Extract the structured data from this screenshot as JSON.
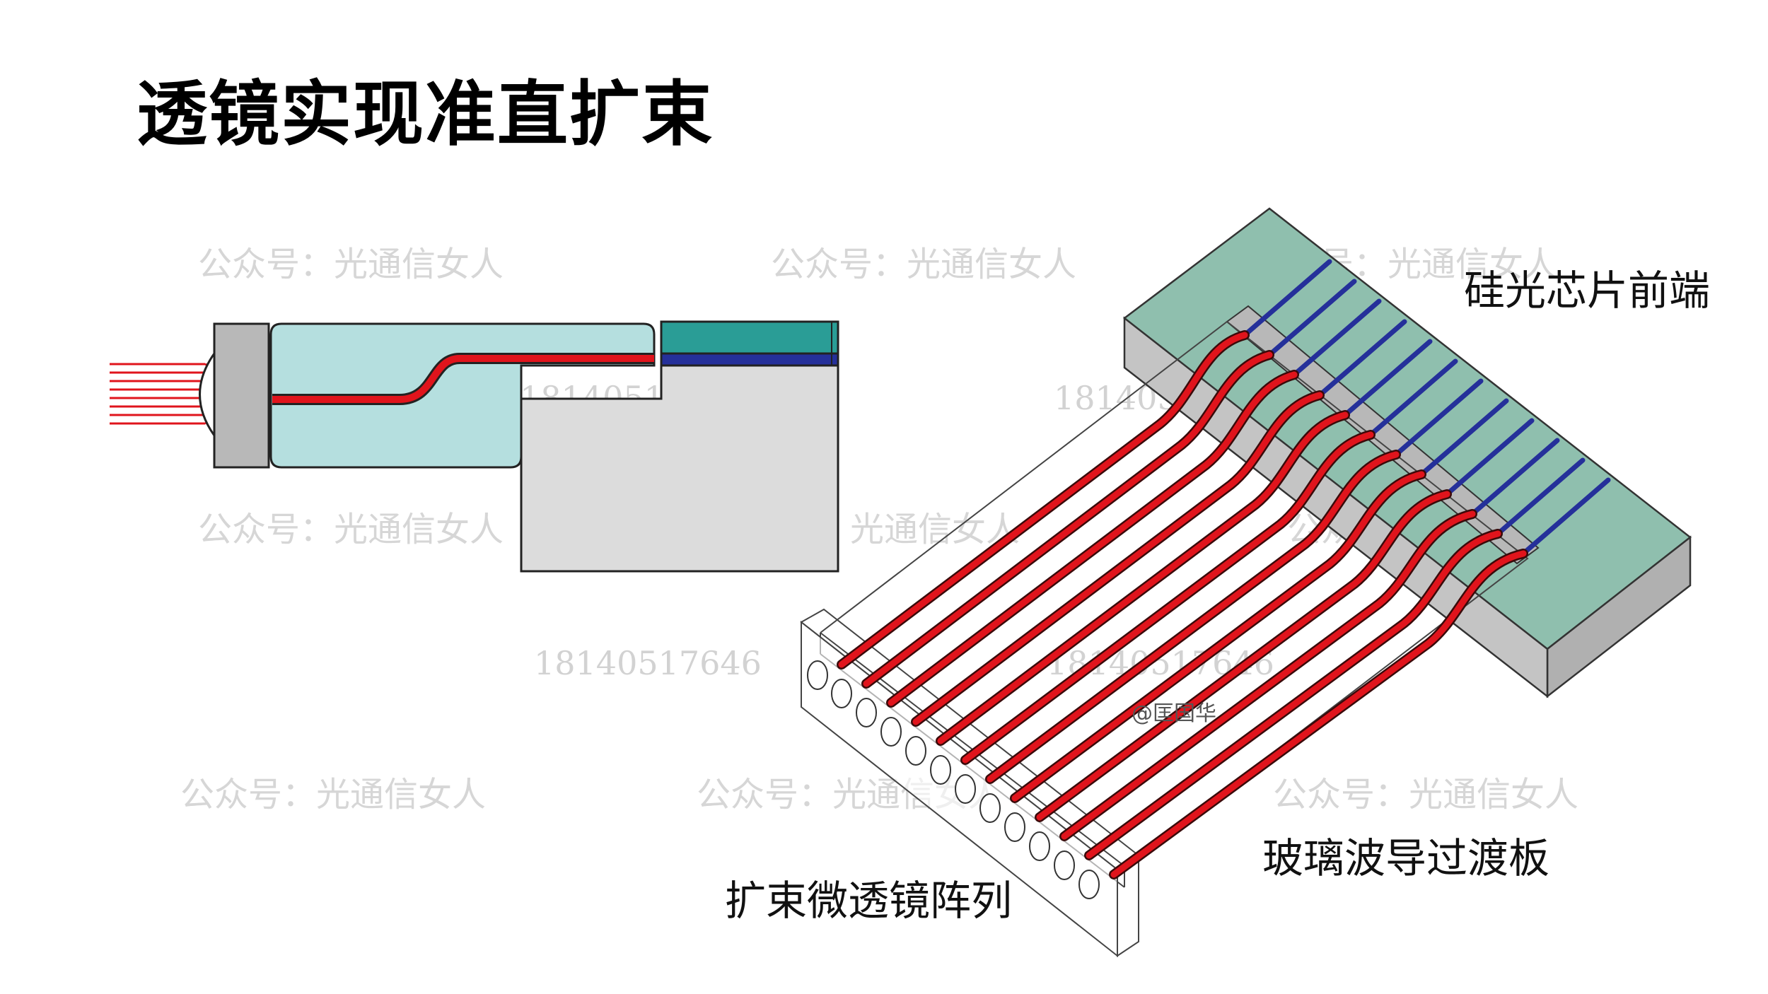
{
  "title": "透镜实现准直扩束",
  "labels": {
    "chip_front": "硅光芯片前端",
    "glass_board": "玻璃波导过渡板",
    "lens_array": "扩束微透镜阵列"
  },
  "watermarks": {
    "account": "公众号：光通信女人",
    "phone": "18140517646",
    "credit": "@匡国华"
  },
  "colors": {
    "waveguide": "#e0141c",
    "glass": "#b5dfdf",
    "chip_top": "#2a9d96",
    "chip_core": "#25309a",
    "chip_surface": "#8fbfae",
    "substrate": "#dcdcdc",
    "lens_block": "#b8b8b8"
  },
  "icons": [
    "lens-icon"
  ]
}
